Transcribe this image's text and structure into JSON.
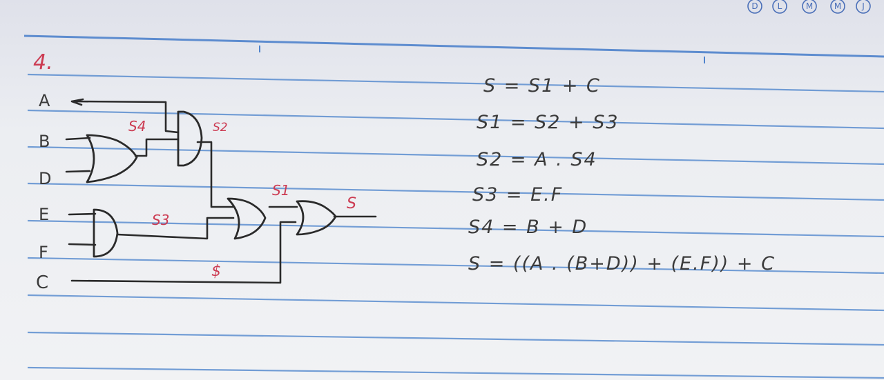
{
  "corner_marks": [
    "D",
    "L",
    "M",
    "M",
    "J"
  ],
  "problem_number": "4.",
  "inputs": [
    "A",
    "B",
    "D",
    "E",
    "F",
    "C"
  ],
  "signals": {
    "s4": "S4",
    "s2": "S2",
    "s3": "S3",
    "s1": "S1",
    "s": "S",
    "extra": "$"
  },
  "equations": [
    "S = S1 + C",
    "S1 = S2 + S3",
    "S2 = A . S4",
    "S3 = E.F",
    "S4 = B + D",
    "S = ((A . (B+D)) + (E.F)) + C"
  ]
}
